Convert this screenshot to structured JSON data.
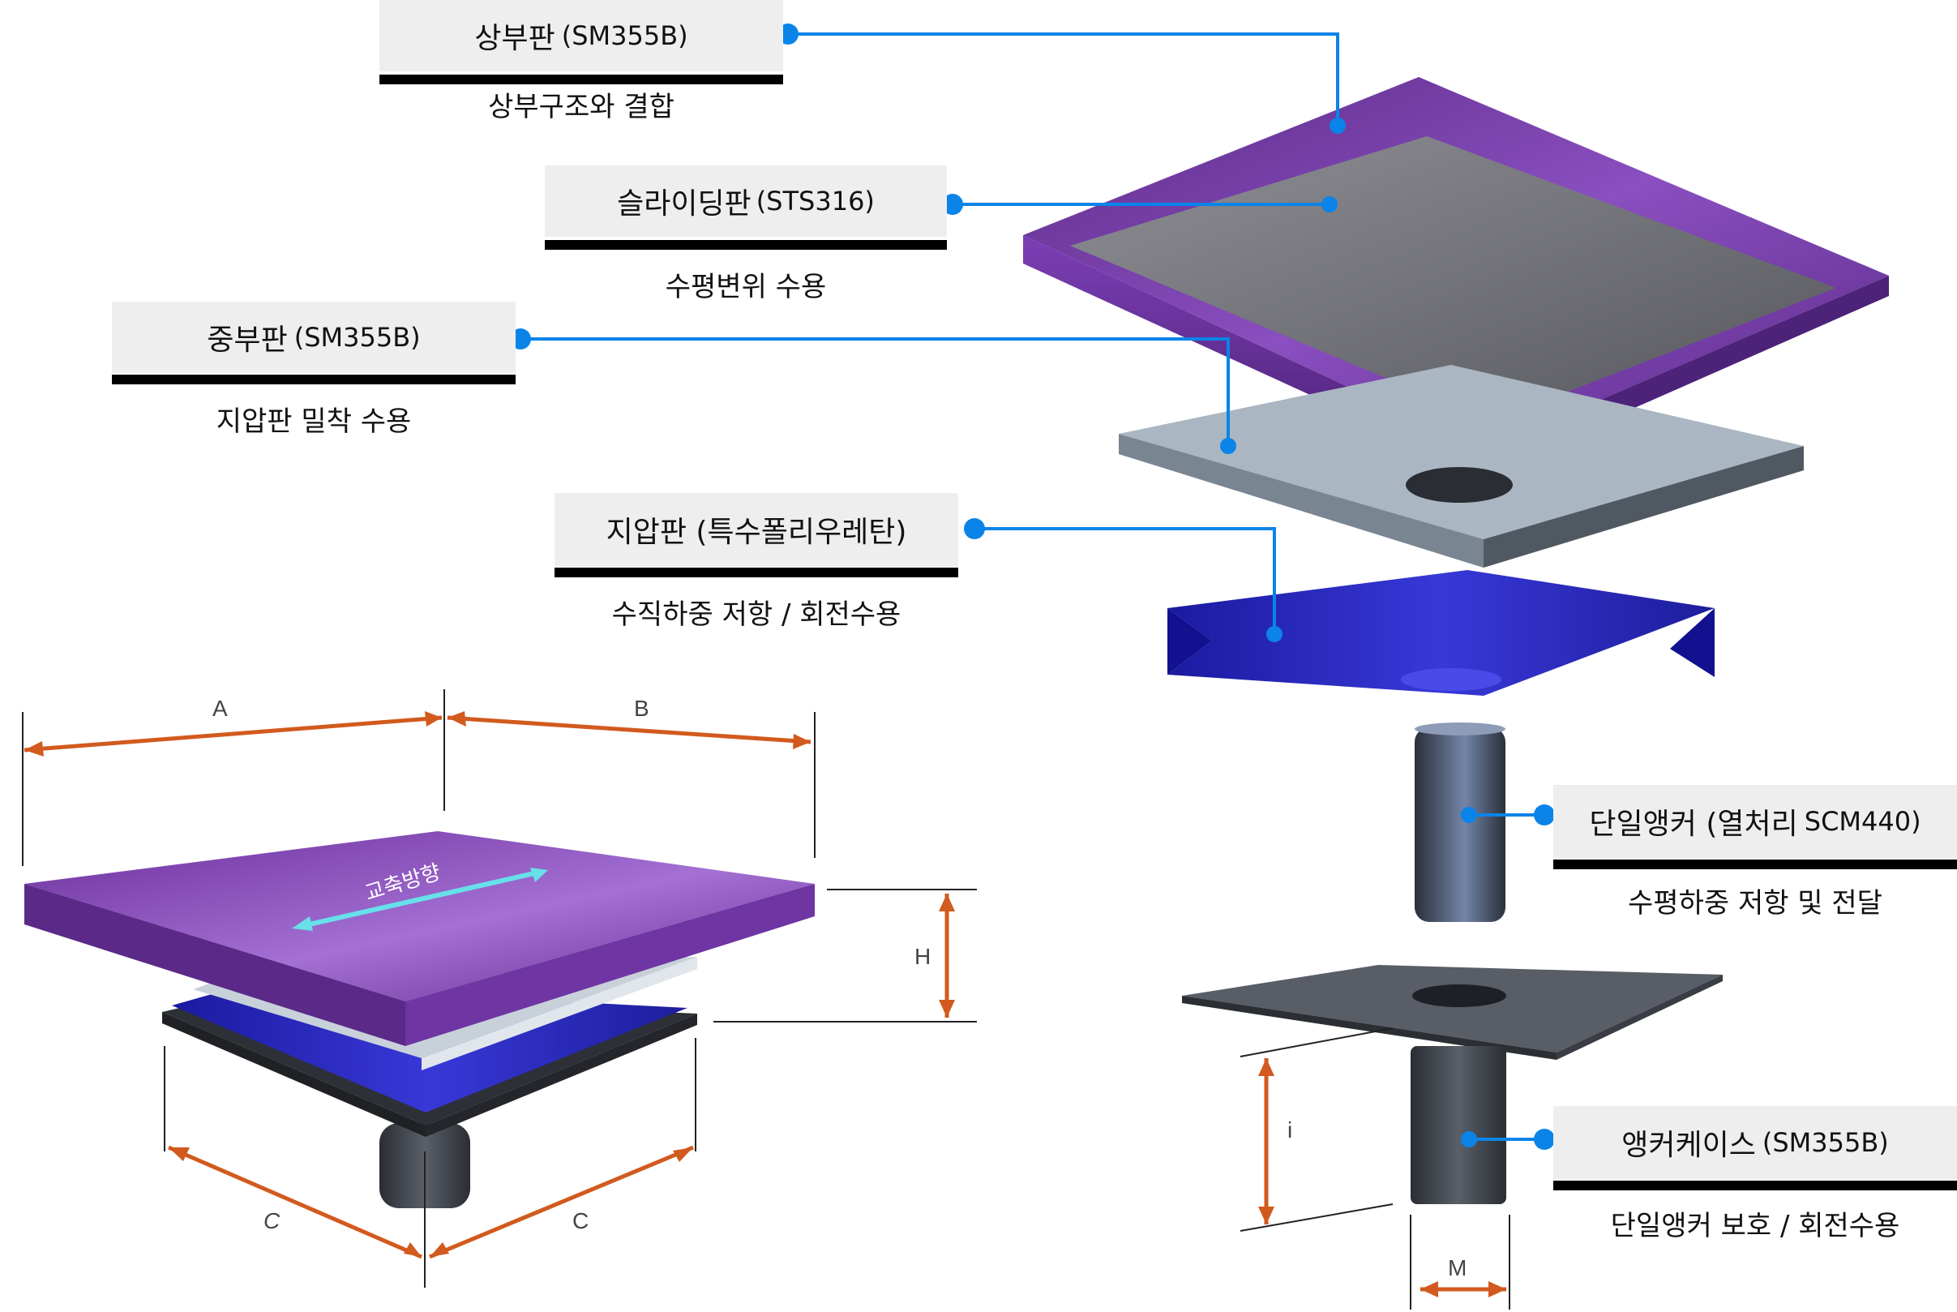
{
  "components": [
    {
      "id": "top-plate",
      "name": "상부판",
      "material": "(SM355B)",
      "desc": "상부구조와 결합"
    },
    {
      "id": "sliding-plate",
      "name": "슬라이딩판",
      "material": "(STS316)",
      "desc": "수평변위 수용"
    },
    {
      "id": "middle-plate",
      "name": "중부판",
      "material": "(SM355B)",
      "desc": "지압판 밀착 수용"
    },
    {
      "id": "bearing-pad",
      "name": "지압판 (특수폴리우레탄)",
      "material": "",
      "desc": "수직하중 저항 / 회전수용"
    },
    {
      "id": "single-anchor",
      "name": "단일앵커 (열처리",
      "material": "SCM440)",
      "desc": "수평하중 저항 및 전달"
    },
    {
      "id": "anchor-case",
      "name": "앵커케이스",
      "material": "(SM355B)",
      "desc": "단일앵커 보호 / 회전수용"
    }
  ],
  "dimensions": {
    "a": "A",
    "b": "B",
    "c1": "C",
    "c2": "C",
    "h": "H",
    "i": "i",
    "m": "M"
  },
  "axis_label": "교축방향",
  "colors": {
    "leader": "#0a84e8",
    "dimension": "#d25a1e",
    "purple": "#6a2e9a",
    "blue": "#2222b8",
    "dark": "#3c4048",
    "steel": "#9aa4b0"
  }
}
